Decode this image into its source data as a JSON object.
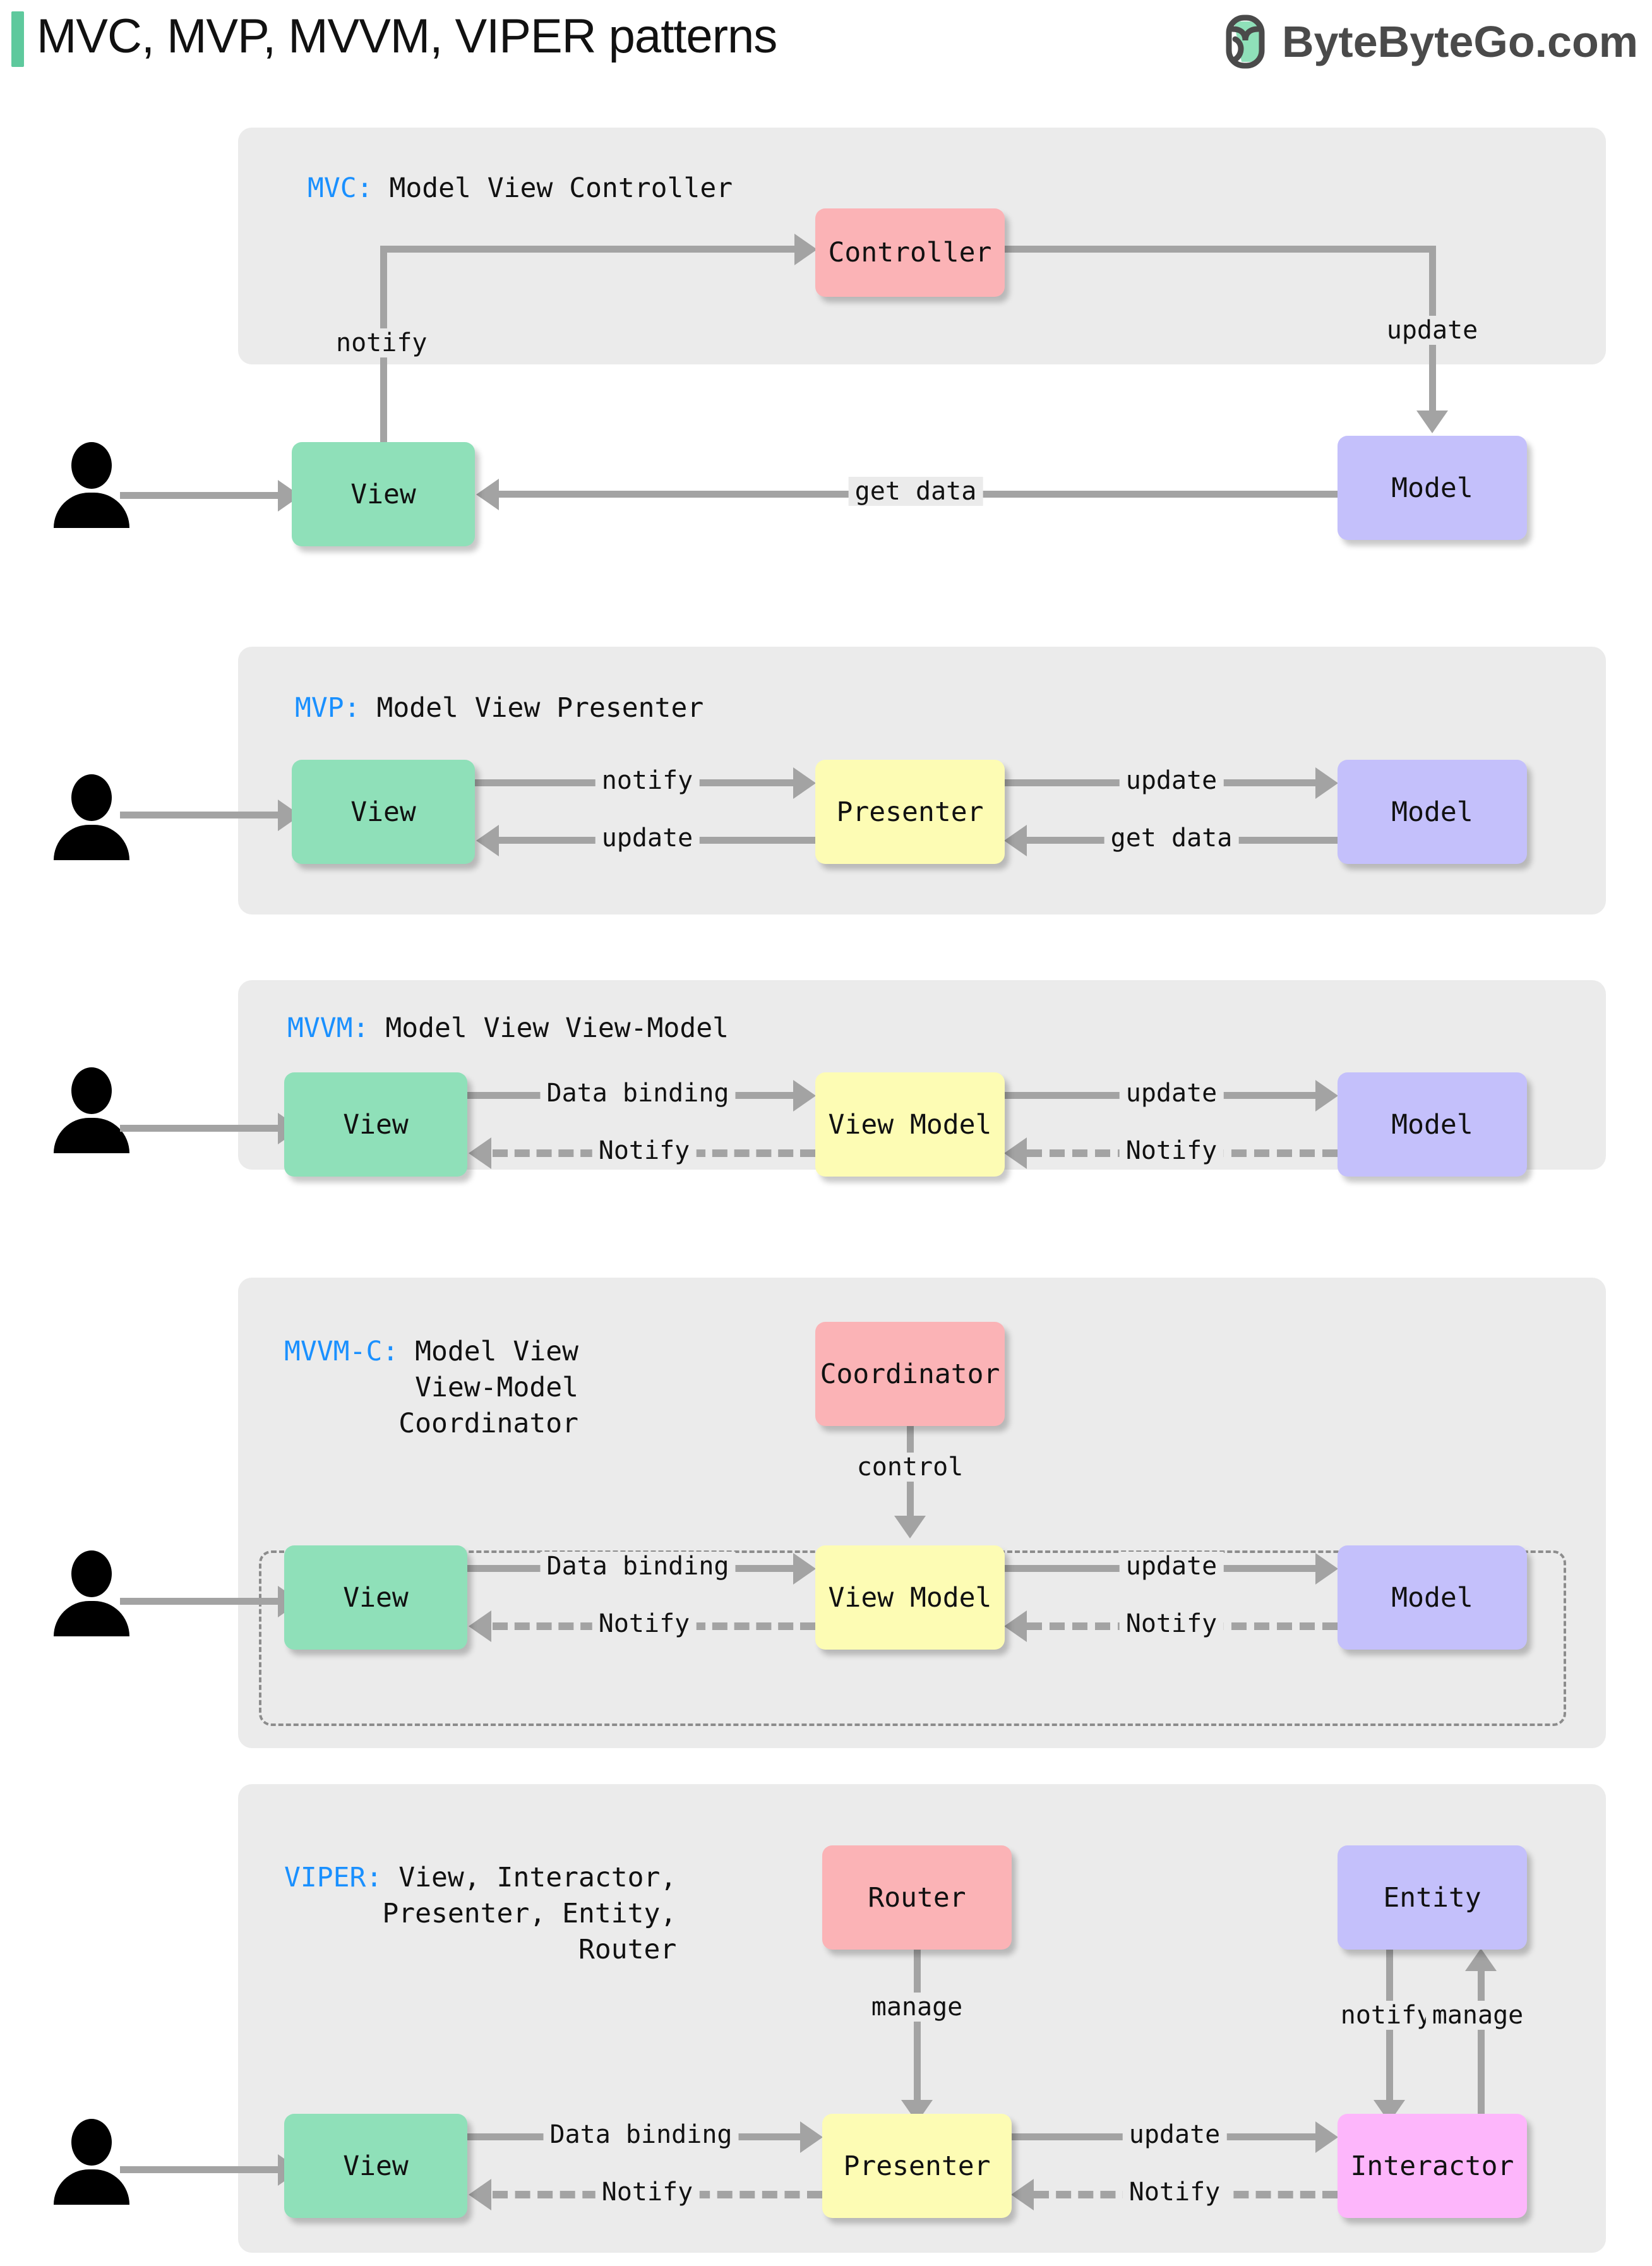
{
  "header": {
    "title": "MVC, MVP, MVVM, VIPER patterns",
    "brand_text": "ByteByteGo.com",
    "brand_icon": "bytebytego-logo-icon",
    "accent_color": "#5ec99d"
  },
  "colors": {
    "panel_bg": "#ebebeb",
    "view": "#8fe0b9",
    "model": "#c4c0fb",
    "controller": "#fbb3b6",
    "presenter": "#fdfcb4",
    "interactor": "#fdb6fb",
    "tag": "#1a90ff",
    "connector": "#a3a3a3"
  },
  "panels": [
    {
      "id": "mvc",
      "tag": "MVC:",
      "title": " Model View Controller",
      "nodes": {
        "view": "View",
        "controller": "Controller",
        "model": "Model"
      },
      "labels": {
        "notify": "notify",
        "update": "update",
        "get_data": "get data"
      }
    },
    {
      "id": "mvp",
      "tag": "MVP:",
      "title": " Model View Presenter",
      "nodes": {
        "view": "View",
        "presenter": "Presenter",
        "model": "Model"
      },
      "labels": {
        "notify": "notify",
        "update_left": "update",
        "update_right": "update",
        "get_data": "get data"
      }
    },
    {
      "id": "mvvm",
      "tag": "MVVM:",
      "title": " Model View View-Model",
      "nodes": {
        "view": "View",
        "view_model": "View Model",
        "model": "Model"
      },
      "labels": {
        "data_binding": "Data binding",
        "notify_left": "Notify",
        "update": "update",
        "notify_right": "Notify"
      }
    },
    {
      "id": "mvvm-c",
      "tag": "MVVM-C:",
      "title_lines": [
        " Model View",
        "View-Model",
        "Coordinator"
      ],
      "nodes": {
        "coordinator": "Coordinator",
        "view": "View",
        "view_model": "View Model",
        "model": "Model"
      },
      "labels": {
        "control": "control",
        "data_binding": "Data binding",
        "notify_left": "Notify",
        "update": "update",
        "notify_right": "Notify"
      }
    },
    {
      "id": "viper",
      "tag": "VIPER:",
      "title_lines": [
        " View, Interactor,",
        "Presenter, Entity,",
        "Router"
      ],
      "nodes": {
        "router": "Router",
        "entity": "Entity",
        "view": "View",
        "presenter": "Presenter",
        "interactor": "Interactor"
      },
      "labels": {
        "manage_router": "manage",
        "notify_entity": "notify",
        "manage_entity": "manage",
        "data_binding": "Data binding",
        "notify_left": "Notify",
        "update": "update",
        "notify_right": "Notify"
      }
    }
  ]
}
